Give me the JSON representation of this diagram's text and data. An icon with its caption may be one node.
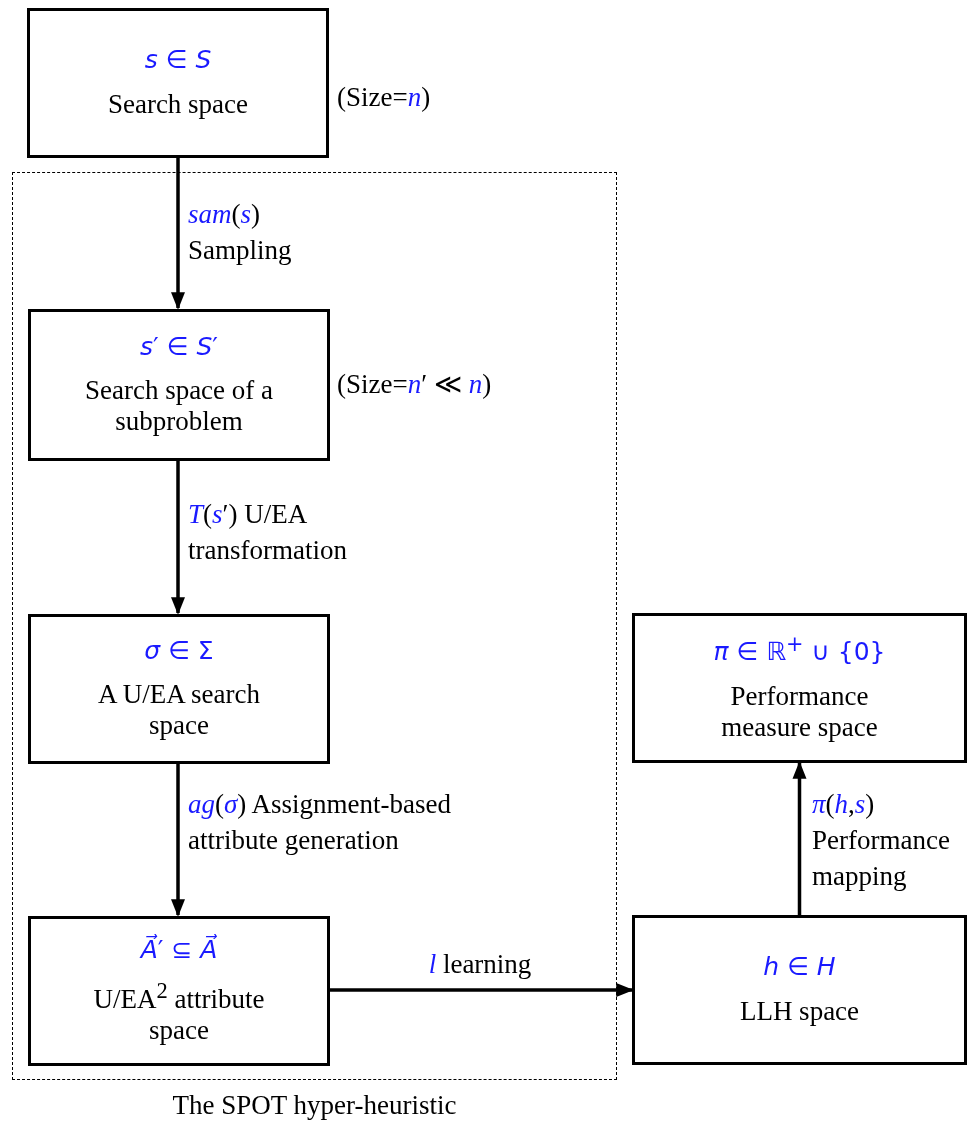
{
  "diagram": {
    "nodes": [
      {
        "text": [
          "*s* ∈ *S*",
          "Search space"
        ],
        "beside": [
          "(Size=*n*)"
        ]
      },
      {
        "text": [
          "The SPOT hyper-heuristic"
        ]
      },
      {
        "text": [
          "*s*′ ∈ *S*′",
          "Search space of a subproblem"
        ],
        "in": 1,
        "beside": [
          "(Size=*n*′ ≪ *n*)"
        ]
      },
      {
        "text": [
          "*σ* ∈ Σ",
          "A U/EA search space"
        ],
        "in": 1
      },
      {
        "text": [
          "*A⃗*′ ⊆ *A⃗*",
          "U/EA$^{2}$ attribute space"
        ],
        "in": 1
      },
      {
        "text": [
          "*π* ∈ ℝ$^{+}$ ∪ {0}",
          "Performance measure space"
        ]
      },
      {
        "text": [
          "*h* ∈ *H*",
          "LLH space"
        ]
      }
    ],
    "edges": [
      {
        "from": 0,
        "to": 2,
        "arrow": "to",
        "label": "*sam*(*s*) Sampling"
      },
      {
        "from": 2,
        "to": 3,
        "arrow": "to",
        "label": "*T*(*s*′) U/EA transformation"
      },
      {
        "from": 3,
        "to": 4,
        "arrow": "to",
        "label": "*ag*(*σ*) Assignment-based attribute generation"
      },
      {
        "from": 4,
        "to": 6,
        "arrow": "to",
        "label": "*l* learning"
      },
      {
        "from": 6,
        "to": 5,
        "arrow": "to",
        "label": "*π*(*h*,*s*) Performance mapping"
      }
    ]
  }
}
